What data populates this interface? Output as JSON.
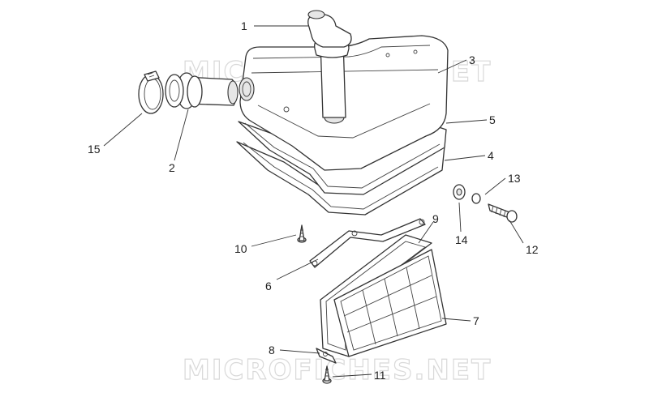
{
  "watermark": "MICROFICHES.NET",
  "callouts": [
    {
      "id": "1",
      "label": "1"
    },
    {
      "id": "2",
      "label": "2"
    },
    {
      "id": "3",
      "label": "3"
    },
    {
      "id": "4",
      "label": "4"
    },
    {
      "id": "5",
      "label": "5"
    },
    {
      "id": "6",
      "label": "6"
    },
    {
      "id": "7",
      "label": "7"
    },
    {
      "id": "8",
      "label": "8"
    },
    {
      "id": "9",
      "label": "9"
    },
    {
      "id": "10",
      "label": "10"
    },
    {
      "id": "11",
      "label": "11"
    },
    {
      "id": "12",
      "label": "12"
    },
    {
      "id": "13",
      "label": "13"
    },
    {
      "id": "14",
      "label": "14"
    },
    {
      "id": "15",
      "label": "15"
    }
  ]
}
